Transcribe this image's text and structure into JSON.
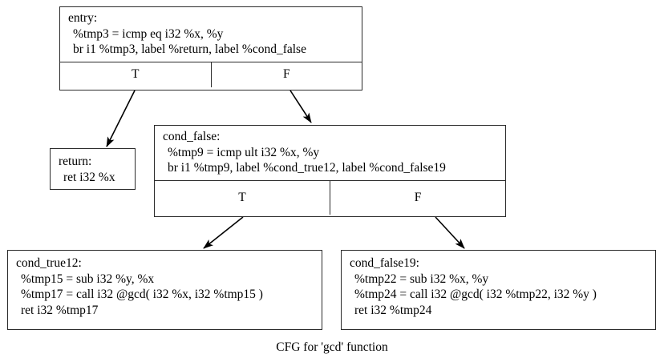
{
  "graph": {
    "caption": "CFG for 'gcd' function",
    "nodes": {
      "entry": {
        "label": "entry:",
        "lines": [
          "%tmp3 = icmp eq i32 %x, %y",
          "br i1 %tmp3, label %return, label %cond_false"
        ],
        "ports": {
          "true": "T",
          "false": "F"
        }
      },
      "return": {
        "label": "return:",
        "lines": [
          "ret i32 %x"
        ]
      },
      "cond_false": {
        "label": "cond_false:",
        "lines": [
          "%tmp9 = icmp ult i32 %x, %y",
          "br i1 %tmp9, label %cond_true12, label %cond_false19"
        ],
        "ports": {
          "true": "T",
          "false": "F"
        }
      },
      "cond_true12": {
        "label": "cond_true12:",
        "lines": [
          "%tmp15 = sub i32 %y, %x",
          "%tmp17 = call i32 @gcd( i32 %x, i32 %tmp15 )",
          "ret i32 %tmp17"
        ]
      },
      "cond_false19": {
        "label": "cond_false19:",
        "lines": [
          "%tmp22 = sub i32 %x, %y",
          "%tmp24 = call i32 @gcd( i32 %tmp22, i32 %y )",
          "ret i32 %tmp24"
        ]
      }
    },
    "edges": [
      {
        "from": "entry:T",
        "to": "return"
      },
      {
        "from": "entry:F",
        "to": "cond_false"
      },
      {
        "from": "cond_false:T",
        "to": "cond_true12"
      },
      {
        "from": "cond_false:F",
        "to": "cond_false19"
      }
    ],
    "colors": {
      "border": "#2b2b2b",
      "text": "#000000",
      "background": "#ffffff",
      "edge": "#000000"
    }
  }
}
